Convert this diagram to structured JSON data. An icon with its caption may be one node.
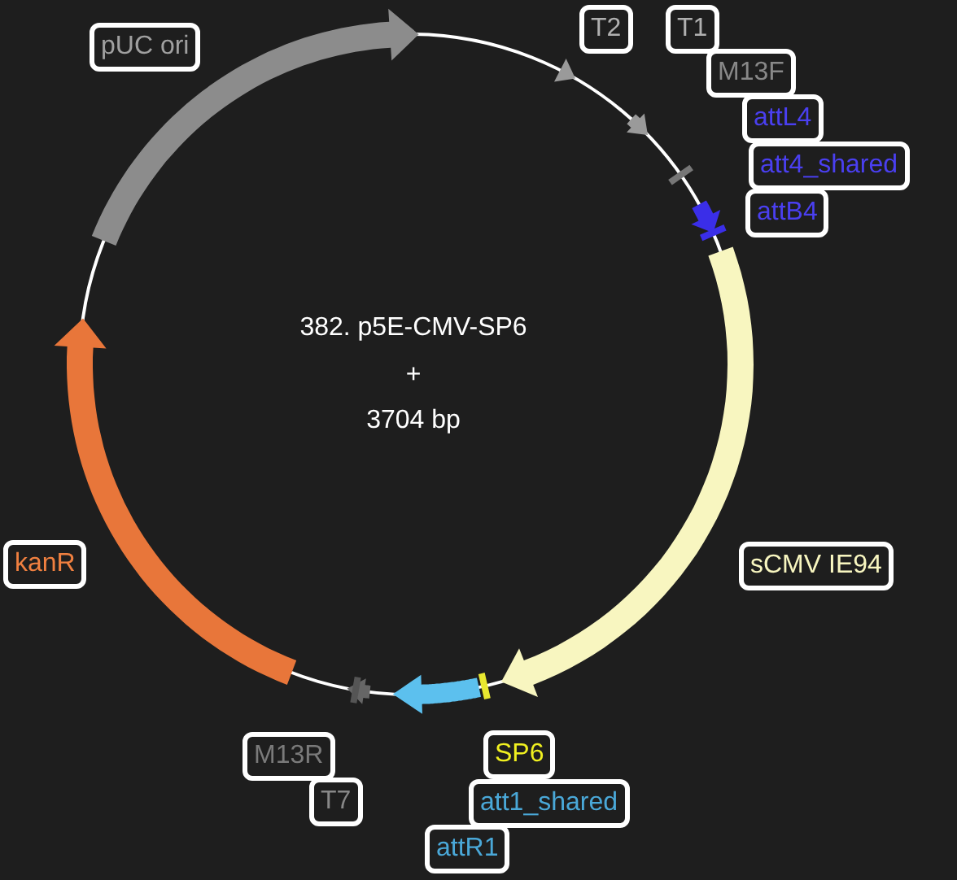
{
  "diagram": {
    "nodes": [
      {
        "text": [
          "pUC ori"
        ]
      },
      {
        "text": [
          "T2"
        ]
      },
      {
        "text": [
          "T1"
        ]
      },
      {
        "text": [
          "M13F"
        ]
      },
      {
        "text": [
          "attL4"
        ]
      },
      {
        "text": [
          "att4_shared"
        ]
      },
      {
        "text": [
          "attB4"
        ]
      },
      {
        "text": [
          "sCMV IE94"
        ]
      },
      {
        "text": [
          "kanR"
        ]
      },
      {
        "text": [
          "M13R"
        ]
      },
      {
        "text": [
          "SP6"
        ]
      },
      {
        "text": [
          "T7"
        ]
      },
      {
        "text": [
          "att1_shared"
        ]
      },
      {
        "text": [
          "attR1"
        ]
      }
    ],
    "labels": [
      "382. p5E-CMV-SP6",
      "+",
      "3704 bp"
    ]
  }
}
